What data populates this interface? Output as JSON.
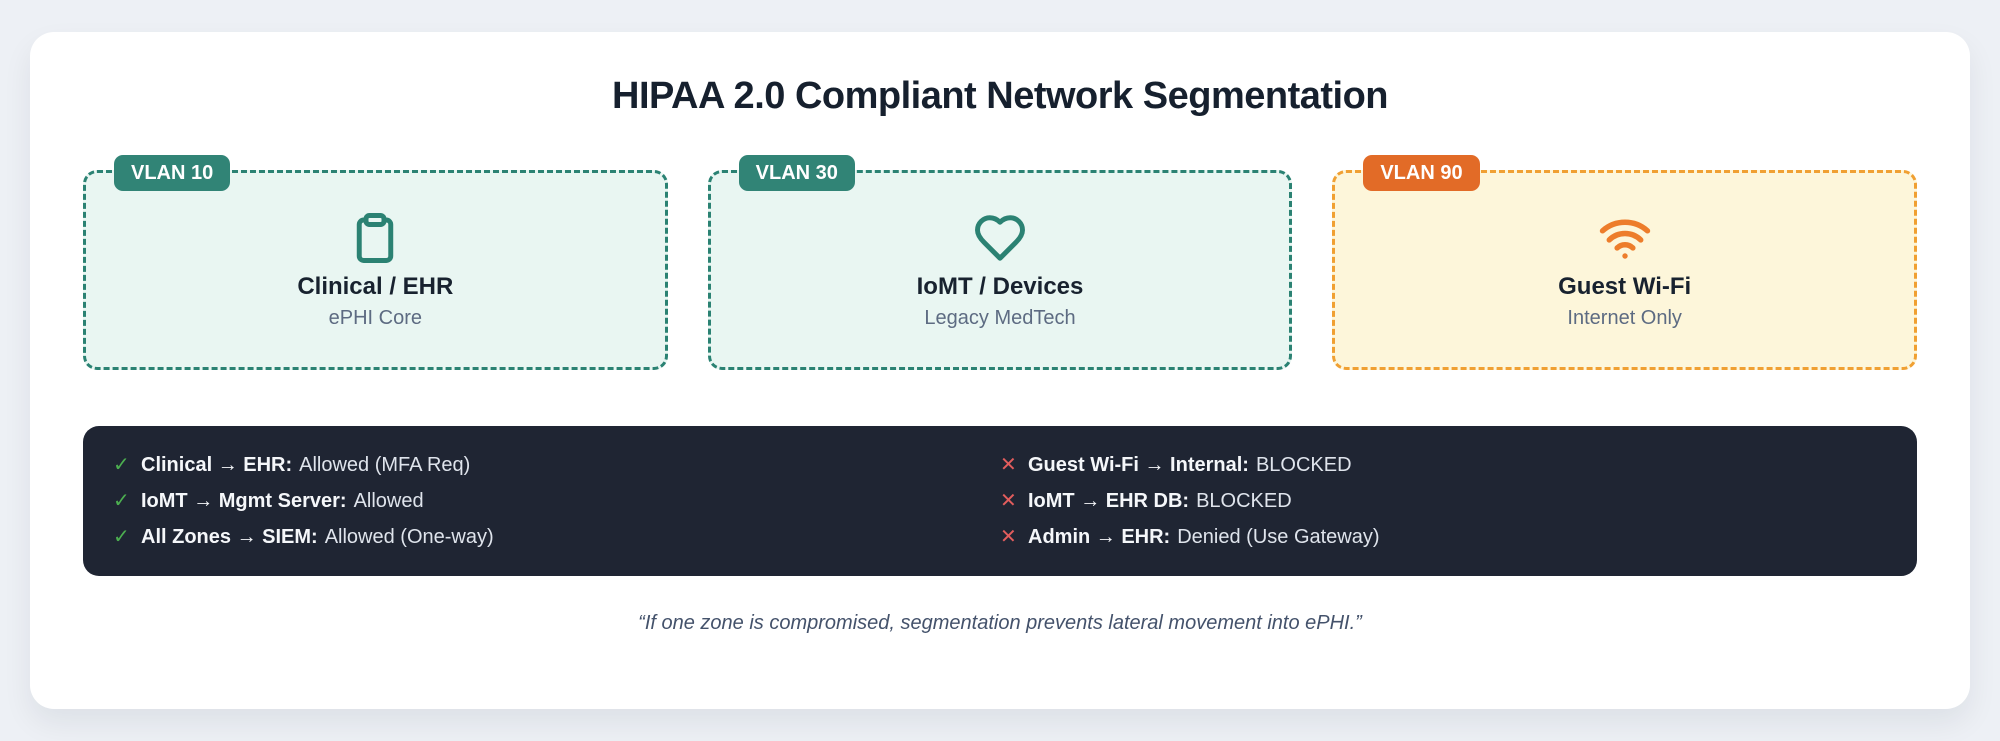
{
  "title": "HIPAA 2.0 Compliant Network Segmentation",
  "zones": [
    {
      "badge": "VLAN 10",
      "icon": "clipboard-icon",
      "name": "Clinical / EHR",
      "subtitle": "ePHI Core",
      "accent_color": "#2b8273",
      "badge_color": "#318476",
      "background_color": "#e9f6f2"
    },
    {
      "badge": "VLAN 30",
      "icon": "heart-icon",
      "name": "IoMT / Devices",
      "subtitle": "Legacy MedTech",
      "accent_color": "#2b8273",
      "badge_color": "#318476",
      "background_color": "#e9f6f2"
    },
    {
      "badge": "VLAN 90",
      "icon": "wifi-icon",
      "name": "Guest Wi-Fi",
      "subtitle": "Internet Only",
      "accent_color": "#f0a032",
      "badge_color": "#e26b27",
      "background_color": "#fdf6da"
    }
  ],
  "rules": {
    "check_mark": "✓",
    "cross_mark": "✕",
    "check_color": "#4caf50",
    "cross_color": "#e25d5d",
    "panel_color": "#1f2533",
    "allowed": [
      {
        "label": "Clinical → EHR:",
        "value": "Allowed (MFA Req)"
      },
      {
        "label": "IoMT → Mgmt Server:",
        "value": "Allowed"
      },
      {
        "label": "All Zones → SIEM:",
        "value": "Allowed (One-way)"
      }
    ],
    "blocked": [
      {
        "label": "Guest Wi-Fi → Internal:",
        "value": "BLOCKED"
      },
      {
        "label": "IoMT → EHR DB:",
        "value": "BLOCKED"
      },
      {
        "label": "Admin → EHR:",
        "value": "Denied (Use Gateway)"
      }
    ]
  },
  "quote": "“If one zone is compromised, segmentation prevents lateral movement into ePHI.”",
  "colors": {
    "page_background": "#edf0f5",
    "card_background": "#ffffff",
    "title_text": "#16202e",
    "subtitle_text": "#5d6b82",
    "quote_text": "#44526b"
  }
}
